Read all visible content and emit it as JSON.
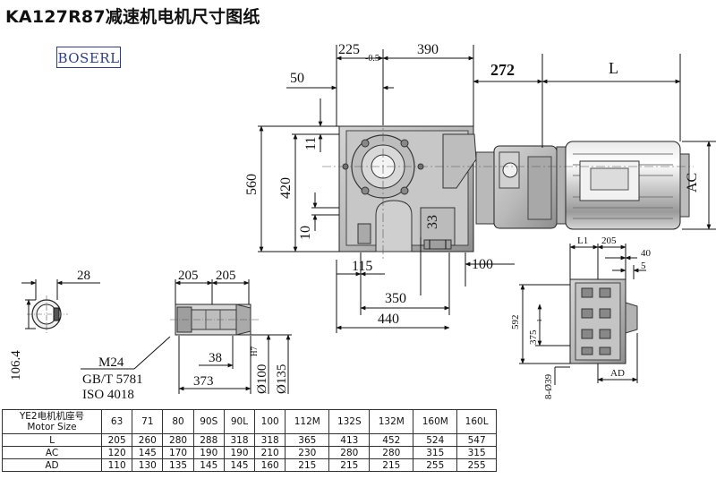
{
  "header": {
    "title": "KA127R87减速机电机尺寸图纸",
    "logo_text": "BOSERL"
  },
  "drawing": {
    "main_view": {
      "dim_top_left": "225",
      "dim_top_left_tol": "-0.5",
      "dim_top_right": "390",
      "dim_motor_offset": "272",
      "dim_motor_length": "L",
      "dim_50": "50",
      "dim_560": "560",
      "dim_420": "420",
      "dim_11": "11",
      "dim_10": "10",
      "dim_33": "33",
      "dim_115": "115",
      "dim_100": "100",
      "dim_350": "350",
      "dim_440": "440",
      "dim_ac": "AC"
    },
    "shaft_view": {
      "dim_28": "28",
      "dim_106_4": "106.4",
      "dim_205a": "205",
      "dim_205b": "205",
      "dim_38": "38",
      "dim_373": "373",
      "dim_d100": "Ø100",
      "dim_d100_tol": "H7",
      "dim_d135": "Ø135",
      "thread": "M24",
      "standard_1": "GB/T 5781",
      "standard_2": "ISO 4018"
    },
    "side_view": {
      "dim_l1": "L1",
      "dim_205": "205",
      "dim_40": "40",
      "dim_5": "5",
      "dim_592": "592",
      "dim_375": "375",
      "dim_375_tol": "-1",
      "dim_holes": "8-Ø39",
      "dim_ad": "AD"
    }
  },
  "table": {
    "header_label": "YE2电机机座号\nMotor Size",
    "sizes": [
      "63",
      "71",
      "80",
      "90S",
      "90L",
      "100",
      "112M",
      "132S",
      "132M",
      "160M",
      "160L"
    ],
    "rows": [
      {
        "label": "L",
        "values": [
          "205",
          "260",
          "280",
          "288",
          "318",
          "318",
          "365",
          "413",
          "452",
          "524",
          "547"
        ]
      },
      {
        "label": "AC",
        "values": [
          "120",
          "145",
          "170",
          "190",
          "190",
          "210",
          "230",
          "280",
          "280",
          "315",
          "315"
        ]
      },
      {
        "label": "AD",
        "values": [
          "110",
          "130",
          "135",
          "145",
          "145",
          "160",
          "215",
          "215",
          "215",
          "255",
          "255"
        ]
      }
    ]
  }
}
